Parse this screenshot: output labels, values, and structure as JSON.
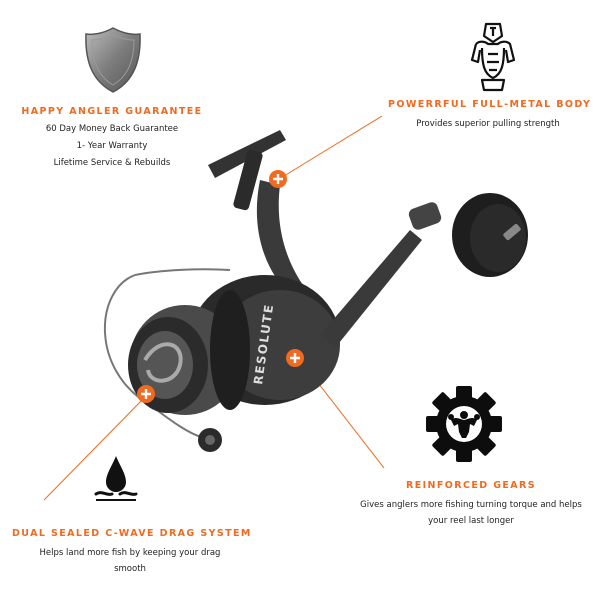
{
  "colors": {
    "accent": "#f06a1f",
    "text": "#222222",
    "icon": "#111111"
  },
  "features": {
    "guarantee": {
      "icon": "shield-icon",
      "title": "HAPPY ANGLER GUARANTEE",
      "lines": [
        "60 Day Money Back Guarantee",
        "1- Year Warranty",
        "Lifetime Service & Rebuilds"
      ]
    },
    "body": {
      "icon": "armor-icon",
      "title": "POWERRFUL FULL-METAL BODY",
      "desc": "Provides superior pulling strength"
    },
    "gears": {
      "icon": "gear-icon",
      "title": "REINFORCED GEARS",
      "desc": "Gives anglers more fishing turning torque and helps your reel last longer"
    },
    "drag": {
      "icon": "water-drop-icon",
      "title": "DUAL SEALED C-WAVE DRAG SYSTEM",
      "desc": "Helps land more fish by keeping your drag smooth"
    }
  },
  "product": {
    "icon": "spinning-reel-icon",
    "brand": "RESOLUTE"
  }
}
